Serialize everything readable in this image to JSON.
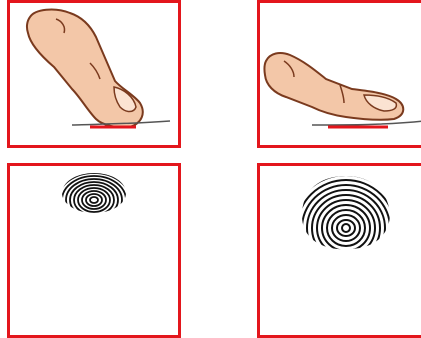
{
  "colors": {
    "frame": "#e3161c",
    "skin": "#f3c7a8",
    "outline": "#7a3a1e",
    "contact": "#e3161c",
    "print": "#111111"
  },
  "panels": [
    {
      "id": "fingertip-contact",
      "icon": "finger-pressing-icon"
    },
    {
      "id": "flat-finger-contact",
      "icon": "finger-flat-icon"
    },
    {
      "id": "fingertip-print",
      "icon": "fingerprint-small-icon"
    },
    {
      "id": "flat-finger-print",
      "icon": "fingerprint-large-icon"
    }
  ]
}
